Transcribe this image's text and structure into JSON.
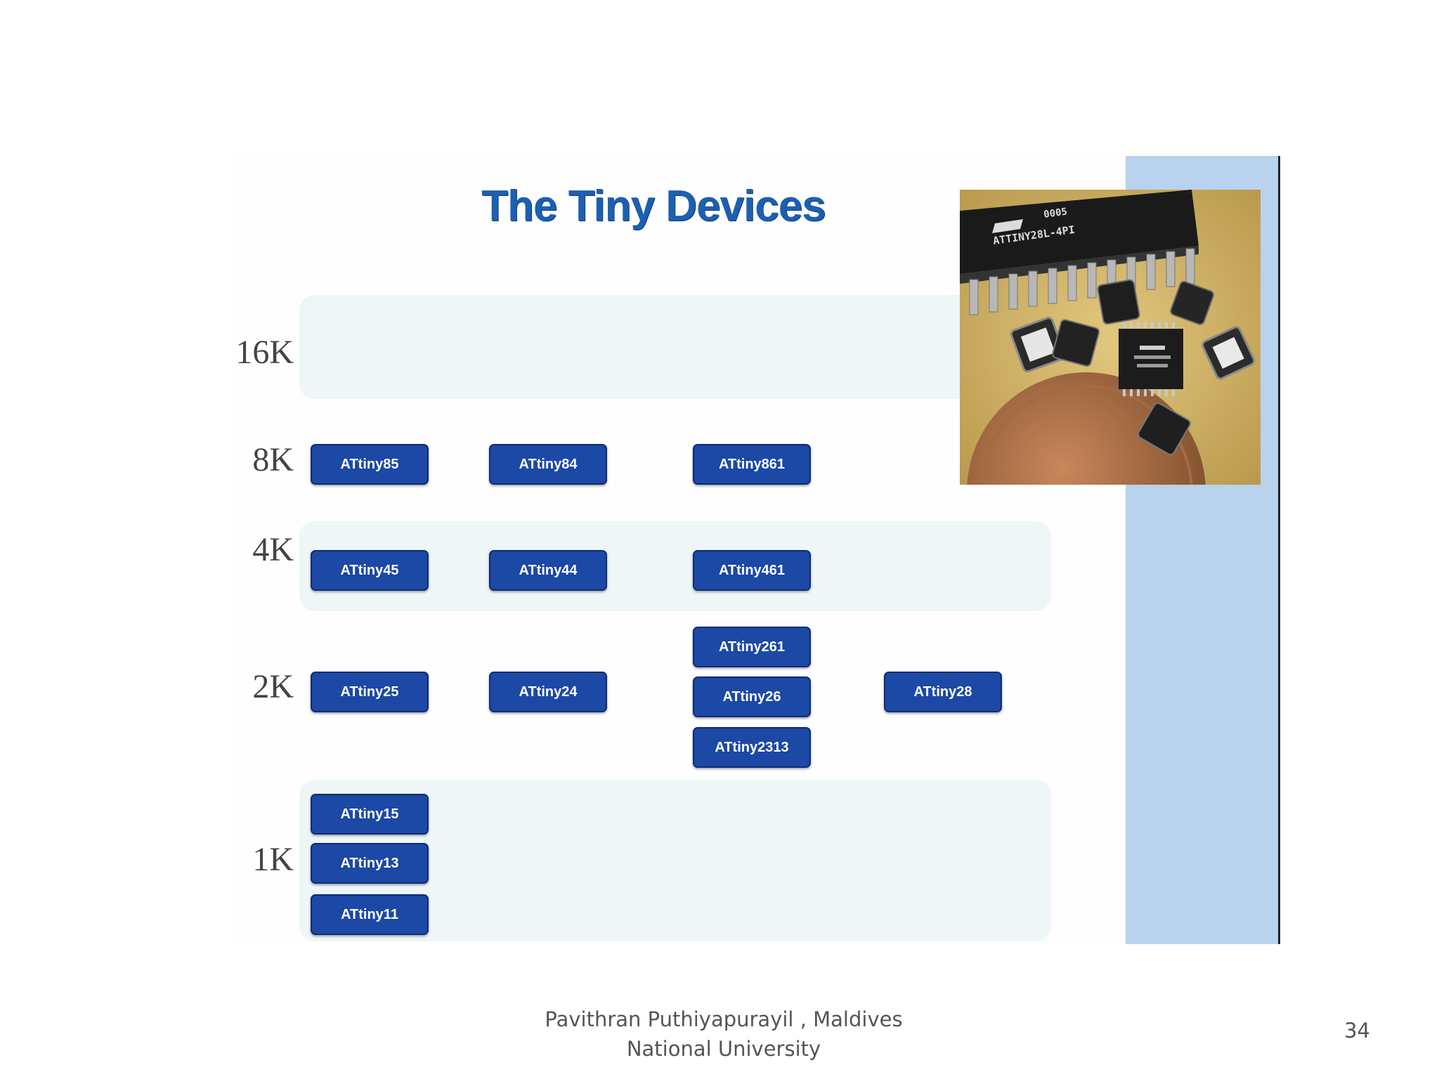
{
  "slide": {
    "title": "The Tiny Devices",
    "footer_line1": "Pavithran Puthiyapurayil , Maldives",
    "footer_line2": "National University",
    "page_number": "34"
  },
  "rows": {
    "r16k": "16K",
    "r8k": "8K",
    "r4k": "4K",
    "r2k": "2K",
    "r1k": "1K"
  },
  "chips": {
    "attiny85": "ATtiny85",
    "attiny84": "ATtiny84",
    "attiny861": "ATtiny861",
    "attiny45": "ATtiny45",
    "attiny44": "ATtiny44",
    "attiny461": "ATtiny461",
    "attiny261": "ATtiny261",
    "attiny25": "ATtiny25",
    "attiny24": "ATtiny24",
    "attiny26": "ATtiny26",
    "attiny28": "ATtiny28",
    "attiny2313": "ATtiny2313",
    "attiny15": "ATtiny15",
    "attiny13": "ATtiny13",
    "attiny11": "ATtiny11"
  },
  "photo": {
    "chip_marking_1": "0005",
    "chip_marking_2": "ATTINY28L-4PI"
  },
  "colors": {
    "chip_fill": "#1c48a6",
    "title_color": "#1d5fb0",
    "side_panel": "#b9d2ee",
    "band": "#eef6f7"
  }
}
